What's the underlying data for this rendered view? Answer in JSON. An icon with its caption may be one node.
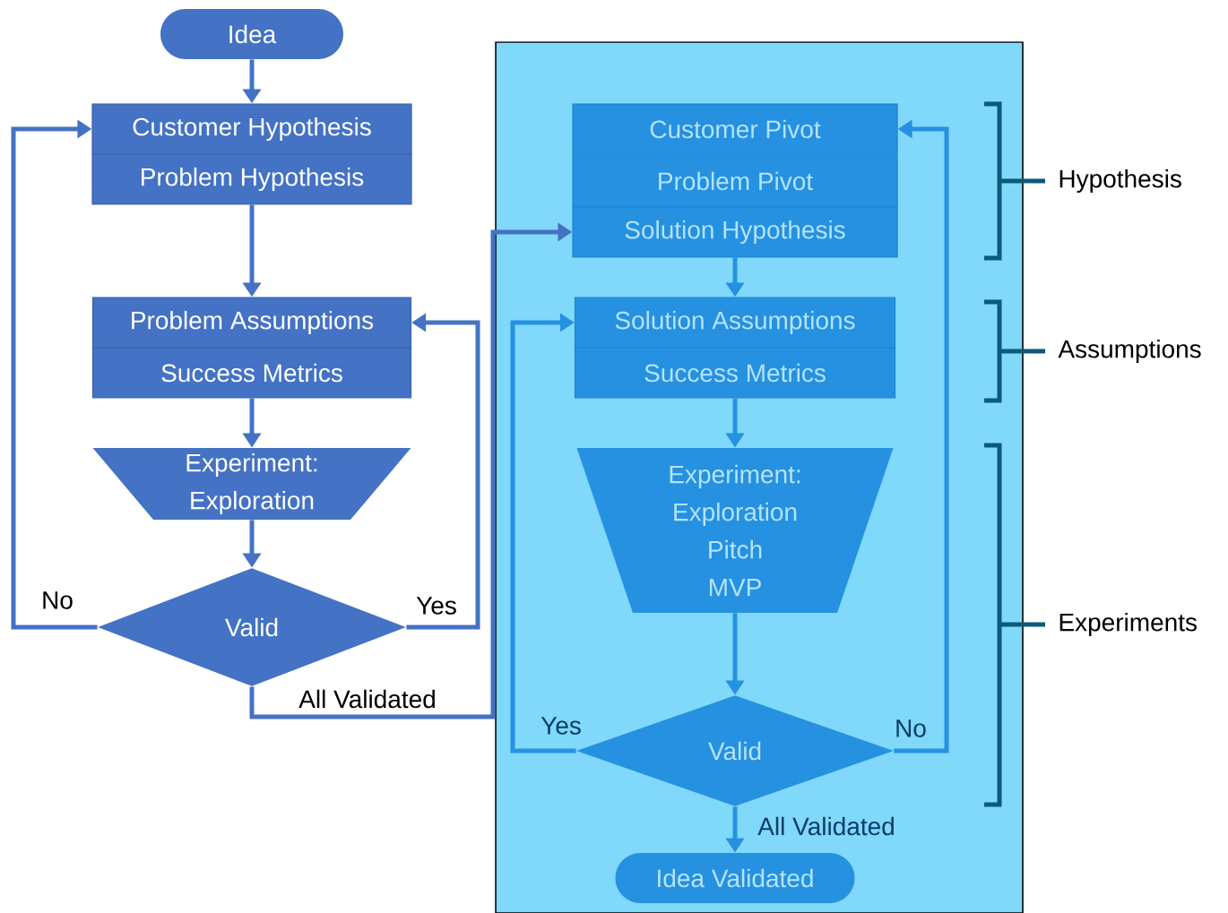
{
  "diagram": {
    "nodes": [
      {
        "text": [],
        "shape": "box"
      },
      {
        "text": [
          "Idea"
        ]
      },
      {
        "text": [
          "Customer Hypothesis"
        ]
      },
      {
        "text": [
          "Problem Hypothesis"
        ]
      },
      {
        "text": [
          "Problem Assumptions"
        ]
      },
      {
        "text": [
          "Success Metrics"
        ]
      },
      {
        "text": [
          "Experiment:",
          "Exploration"
        ]
      },
      {
        "text": [
          "Valid"
        ]
      },
      {
        "text": [
          "Customer Pivot"
        ],
        "in": 0
      },
      {
        "text": [
          "Problem Pivot"
        ],
        "in": 0
      },
      {
        "text": [
          "Solution Hypothesis"
        ],
        "in": 0
      },
      {
        "text": [
          "Solution Assumptions"
        ],
        "in": 0
      },
      {
        "text": [
          "Success Metrics"
        ],
        "in": 0
      },
      {
        "text": [
          "Experiment:",
          "Exploration",
          "Pitch",
          "MVP"
        ],
        "in": 0
      },
      {
        "text": [
          "Valid"
        ],
        "in": 0
      },
      {
        "text": [
          "Idea Validated"
        ],
        "in": 0
      }
    ],
    "edges": [
      {
        "from": 1,
        "to": 2,
        "arrow": "to"
      },
      {
        "from": 3,
        "to": 4,
        "arrow": "to"
      },
      {
        "from": 5,
        "to": 6,
        "arrow": "to"
      },
      {
        "from": 6,
        "to": 7,
        "arrow": "to"
      },
      {
        "from": 7,
        "to": 2,
        "arrow": "to",
        "label": "No"
      },
      {
        "from": 7,
        "to": 4,
        "arrow": "to",
        "label": "Yes"
      },
      {
        "from": 7,
        "to": 10,
        "arrow": "to",
        "label": "All Validated"
      },
      {
        "from": 10,
        "to": 11,
        "arrow": "to",
        "color": "#2591e0"
      },
      {
        "from": 12,
        "to": 13,
        "arrow": "to",
        "color": "#2591e0"
      },
      {
        "from": 13,
        "to": 14,
        "arrow": "to",
        "color": "#2591e0"
      },
      {
        "from": 14,
        "to": 11,
        "arrow": "to",
        "label": "Yes",
        "color": "#2591e0"
      },
      {
        "from": 14,
        "to": 8,
        "arrow": "to",
        "label": "No",
        "color": "#2591e0"
      },
      {
        "from": 14,
        "to": 15,
        "arrow": "to",
        "label": "All Validated",
        "color": "#2591e0"
      }
    ],
    "labels": [
      "Hypothesis",
      "Assumptions",
      "Experiments"
    ]
  }
}
